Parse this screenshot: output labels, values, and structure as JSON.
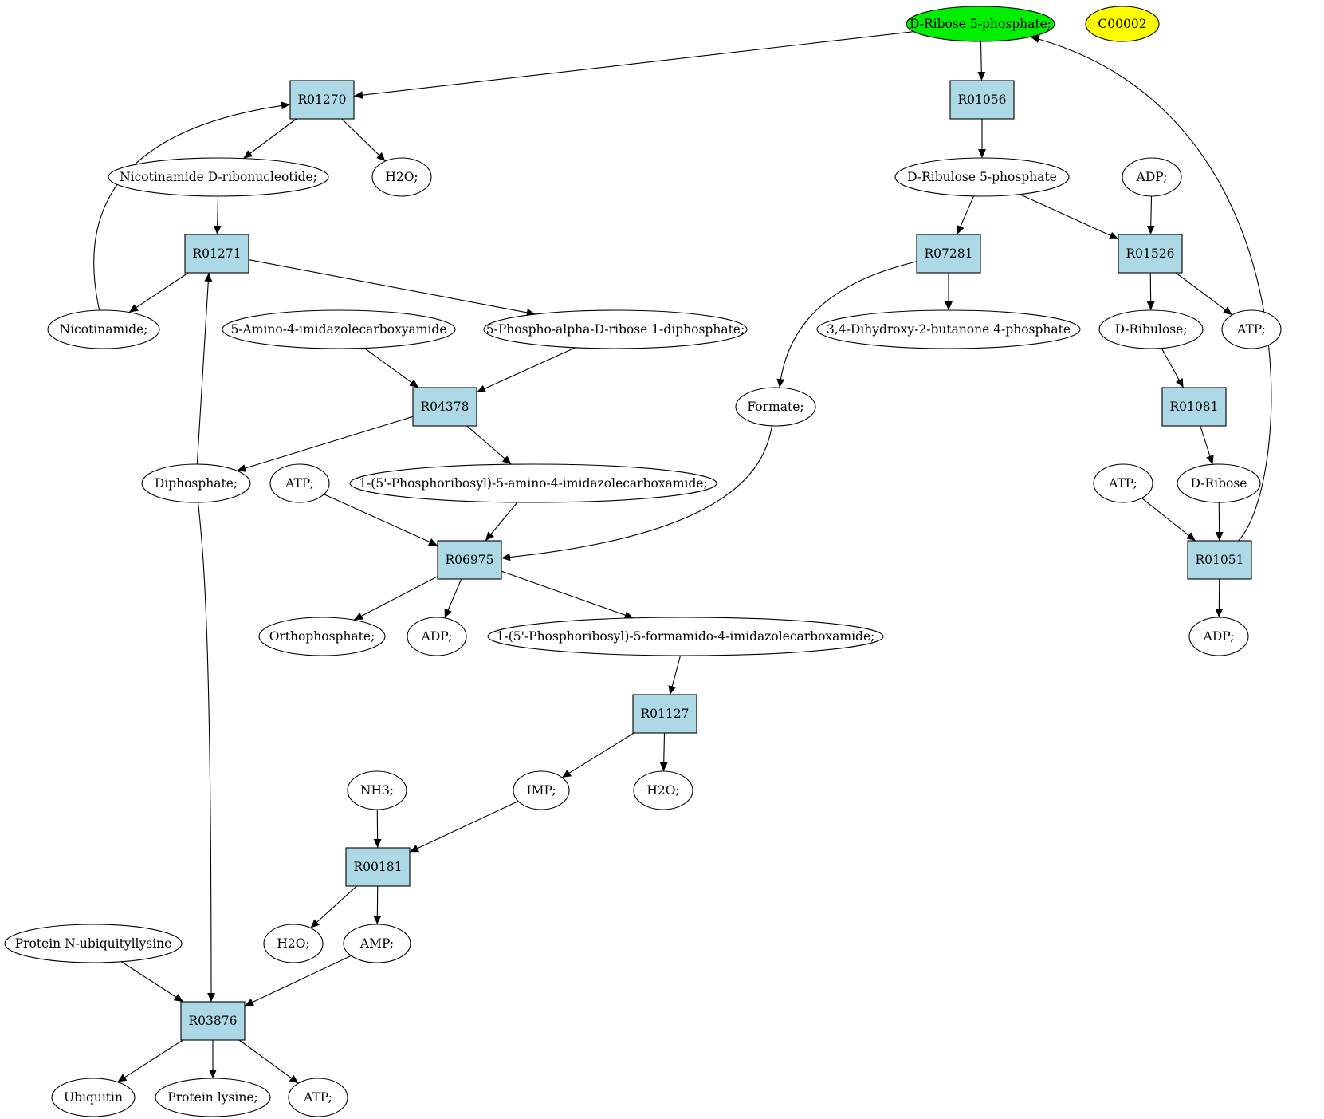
{
  "colors": {
    "reaction_fill": "#add8e6",
    "compound_fill": "#ffffff",
    "highlight_fill": "#00ee00",
    "query_fill": "#ffff00",
    "stroke": "#000000"
  },
  "nodes": [
    {
      "id": "dr5p",
      "kind": "compound",
      "label": "D-Ribose 5-phosphate;",
      "style": "highlight"
    },
    {
      "id": "c00002",
      "kind": "compound",
      "label": "C00002",
      "style": "query"
    },
    {
      "id": "R01270",
      "kind": "reaction",
      "label": "R01270"
    },
    {
      "id": "R01056",
      "kind": "reaction",
      "label": "R01056"
    },
    {
      "id": "nmn",
      "kind": "compound",
      "label": "Nicotinamide D-ribonucleotide;"
    },
    {
      "id": "h2o_1",
      "kind": "compound",
      "label": "H2O;"
    },
    {
      "id": "drul5p",
      "kind": "compound",
      "label": "D-Ribulose 5-phosphate"
    },
    {
      "id": "adp_1",
      "kind": "compound",
      "label": "ADP;"
    },
    {
      "id": "R01271",
      "kind": "reaction",
      "label": "R01271"
    },
    {
      "id": "R07281",
      "kind": "reaction",
      "label": "R07281"
    },
    {
      "id": "R01526",
      "kind": "reaction",
      "label": "R01526"
    },
    {
      "id": "nicotinamide",
      "kind": "compound",
      "label": "Nicotinamide;"
    },
    {
      "id": "aica",
      "kind": "compound",
      "label": "5-Amino-4-imidazolecarboxyamide"
    },
    {
      "id": "prpp",
      "kind": "compound",
      "label": "5-Phospho-alpha-D-ribose 1-diphosphate;"
    },
    {
      "id": "dhbp",
      "kind": "compound",
      "label": "3,4-Dihydroxy-2-butanone 4-phosphate"
    },
    {
      "id": "dribulose",
      "kind": "compound",
      "label": "D-Ribulose;"
    },
    {
      "id": "atp_1",
      "kind": "compound",
      "label": "ATP;"
    },
    {
      "id": "R04378",
      "kind": "reaction",
      "label": "R04378"
    },
    {
      "id": "formate",
      "kind": "compound",
      "label": "Formate;"
    },
    {
      "id": "R01081",
      "kind": "reaction",
      "label": "R01081"
    },
    {
      "id": "diphosphate",
      "kind": "compound",
      "label": "Diphosphate;"
    },
    {
      "id": "atp_2",
      "kind": "compound",
      "label": "ATP;"
    },
    {
      "id": "aicar",
      "kind": "compound",
      "label": "1-(5'-Phosphoribosyl)-5-amino-4-imidazolecarboxamide;"
    },
    {
      "id": "atp_3",
      "kind": "compound",
      "label": "ATP;"
    },
    {
      "id": "dribose",
      "kind": "compound",
      "label": "D-Ribose"
    },
    {
      "id": "R06975",
      "kind": "reaction",
      "label": "R06975"
    },
    {
      "id": "R01051",
      "kind": "reaction",
      "label": "R01051"
    },
    {
      "id": "ortho",
      "kind": "compound",
      "label": "Orthophosphate;"
    },
    {
      "id": "adp_2",
      "kind": "compound",
      "label": "ADP;"
    },
    {
      "id": "faicar",
      "kind": "compound",
      "label": "1-(5'-Phosphoribosyl)-5-formamido-4-imidazolecarboxamide;"
    },
    {
      "id": "adp_3",
      "kind": "compound",
      "label": "ADP;"
    },
    {
      "id": "R01127",
      "kind": "reaction",
      "label": "R01127"
    },
    {
      "id": "nh3",
      "kind": "compound",
      "label": "NH3;"
    },
    {
      "id": "imp",
      "kind": "compound",
      "label": "IMP;"
    },
    {
      "id": "h2o_2",
      "kind": "compound",
      "label": "H2O;"
    },
    {
      "id": "R00181",
      "kind": "reaction",
      "label": "R00181"
    },
    {
      "id": "pnul",
      "kind": "compound",
      "label": "Protein N-ubiquityllysine"
    },
    {
      "id": "h2o_3",
      "kind": "compound",
      "label": "H2O;"
    },
    {
      "id": "amp",
      "kind": "compound",
      "label": "AMP;"
    },
    {
      "id": "R03876",
      "kind": "reaction",
      "label": "R03876"
    },
    {
      "id": "ubiquitin",
      "kind": "compound",
      "label": "Ubiquitin"
    },
    {
      "id": "plys",
      "kind": "compound",
      "label": "Protein lysine;"
    },
    {
      "id": "atp_4",
      "kind": "compound",
      "label": "ATP;"
    }
  ],
  "edges": [
    {
      "from": "dr5p",
      "to": "R01270"
    },
    {
      "from": "dr5p",
      "to": "R01056"
    },
    {
      "from": "R01270",
      "to": "nmn"
    },
    {
      "from": "R01270",
      "to": "h2o_1"
    },
    {
      "from": "nmn",
      "to": "R01271"
    },
    {
      "from": "nicotinamide",
      "to": "R01270"
    },
    {
      "from": "R01271",
      "to": "nicotinamide"
    },
    {
      "from": "R01271",
      "to": "prpp"
    },
    {
      "from": "diphosphate",
      "to": "R01271"
    },
    {
      "from": "R01056",
      "to": "drul5p"
    },
    {
      "from": "drul5p",
      "to": "R07281"
    },
    {
      "from": "drul5p",
      "to": "R01526"
    },
    {
      "from": "adp_1",
      "to": "R01526"
    },
    {
      "from": "R07281",
      "to": "dhbp"
    },
    {
      "from": "R07281",
      "to": "formate"
    },
    {
      "from": "R01526",
      "to": "dribulose"
    },
    {
      "from": "R01526",
      "to": "atp_1"
    },
    {
      "from": "dribulose",
      "to": "R01081"
    },
    {
      "from": "R01081",
      "to": "dribose"
    },
    {
      "from": "atp_3",
      "to": "R01051"
    },
    {
      "from": "dribose",
      "to": "R01051"
    },
    {
      "from": "R01051",
      "to": "adp_3"
    },
    {
      "from": "R01051",
      "to": "dr5p"
    },
    {
      "from": "aica",
      "to": "R04378"
    },
    {
      "from": "prpp",
      "to": "R04378"
    },
    {
      "from": "R04378",
      "to": "diphosphate"
    },
    {
      "from": "R04378",
      "to": "aicar"
    },
    {
      "from": "atp_2",
      "to": "R06975"
    },
    {
      "from": "aicar",
      "to": "R06975"
    },
    {
      "from": "formate",
      "to": "R06975"
    },
    {
      "from": "R06975",
      "to": "ortho"
    },
    {
      "from": "R06975",
      "to": "adp_2"
    },
    {
      "from": "R06975",
      "to": "faicar"
    },
    {
      "from": "faicar",
      "to": "R01127"
    },
    {
      "from": "R01127",
      "to": "imp"
    },
    {
      "from": "R01127",
      "to": "h2o_2"
    },
    {
      "from": "nh3",
      "to": "R00181"
    },
    {
      "from": "imp",
      "to": "R00181"
    },
    {
      "from": "R00181",
      "to": "h2o_3"
    },
    {
      "from": "R00181",
      "to": "amp"
    },
    {
      "from": "diphosphate",
      "to": "R03876"
    },
    {
      "from": "pnul",
      "to": "R03876"
    },
    {
      "from": "amp",
      "to": "R03876"
    },
    {
      "from": "R03876",
      "to": "ubiquitin"
    },
    {
      "from": "R03876",
      "to": "plys"
    },
    {
      "from": "R03876",
      "to": "atp_4"
    }
  ]
}
